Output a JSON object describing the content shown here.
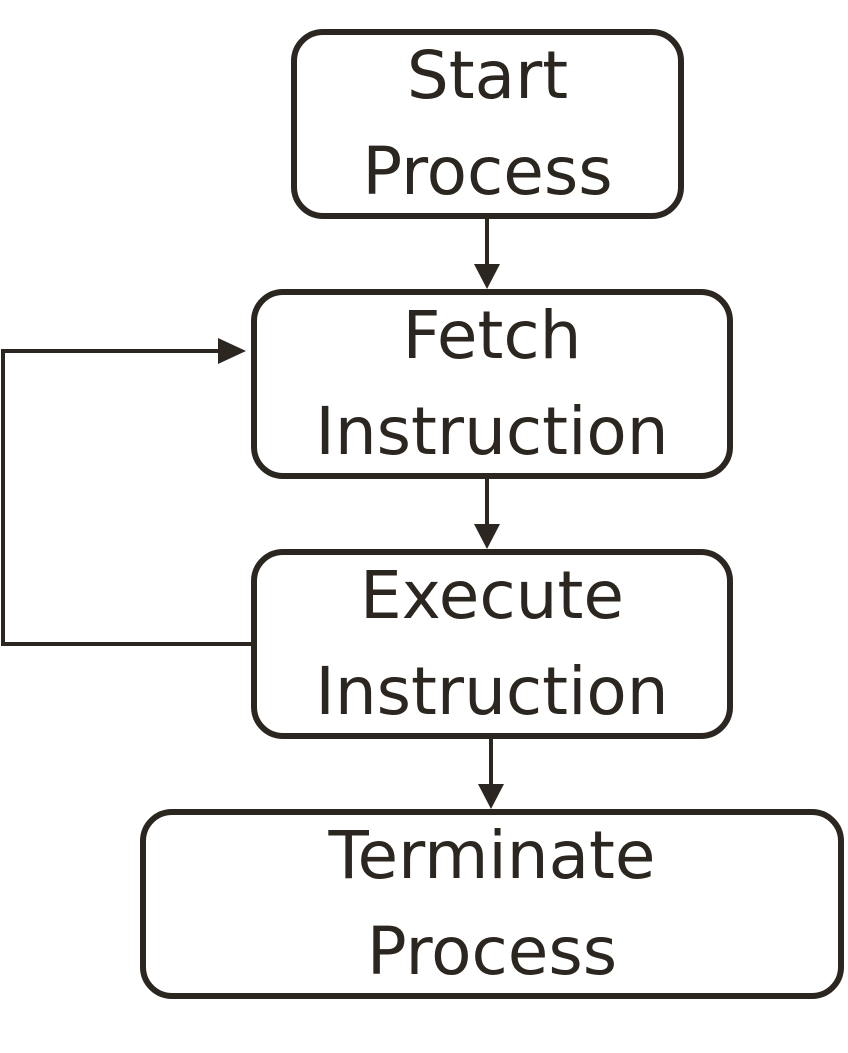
{
  "flowchart": {
    "nodes": [
      {
        "id": "start",
        "lines": [
          "Start",
          "Process"
        ]
      },
      {
        "id": "fetch",
        "lines": [
          "Fetch",
          "Instruction"
        ]
      },
      {
        "id": "execute",
        "lines": [
          "Execute",
          "Instruction"
        ]
      },
      {
        "id": "terminate",
        "lines": [
          "Terminate",
          "Process"
        ]
      }
    ],
    "edges": [
      {
        "from": "start",
        "to": "fetch"
      },
      {
        "from": "fetch",
        "to": "execute"
      },
      {
        "from": "execute",
        "to": "terminate"
      },
      {
        "from": "execute",
        "to": "fetch",
        "type": "loop-back"
      }
    ]
  },
  "colors": {
    "stroke": "#2b2620",
    "background": "#ffffff"
  }
}
